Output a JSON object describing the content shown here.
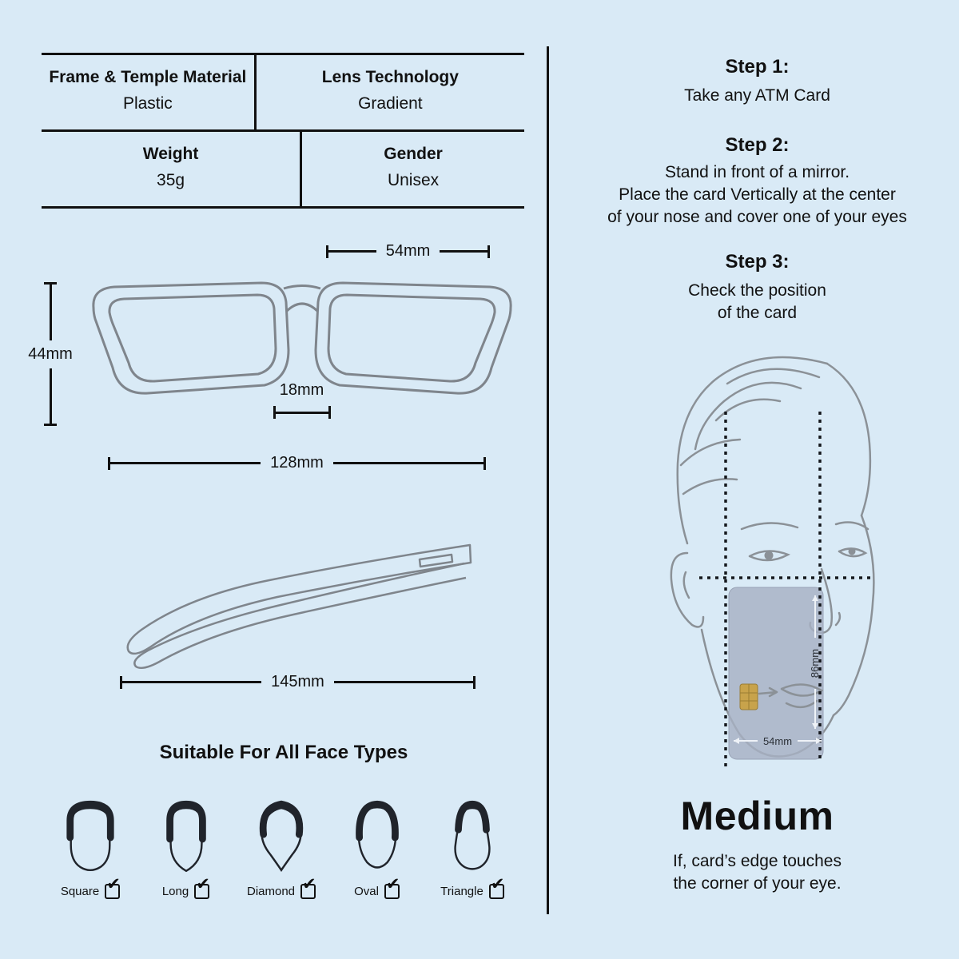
{
  "colors": {
    "background": "#d9eaf6",
    "line": "#111111",
    "sketch_gray": "#8b9197",
    "card_fill": "#a7b1c3",
    "chip_gold": "#c8a34b",
    "hair_black": "#20242b"
  },
  "spec_table": {
    "cells": [
      {
        "label": "Frame & Temple Material",
        "value": "Plastic"
      },
      {
        "label": "Lens Technology",
        "value": "Gradient"
      },
      {
        "label": "Weight",
        "value": "35g"
      },
      {
        "label": "Gender",
        "value": "Unisex"
      }
    ]
  },
  "measurements": {
    "lens_width": "54mm",
    "lens_height": "44mm",
    "bridge_width": "18mm",
    "frame_width": "128mm",
    "temple_length": "145mm"
  },
  "face_types": {
    "title": "Suitable For All Face Types",
    "check_glyph": "✔",
    "items": [
      {
        "label": "Square",
        "checked": true
      },
      {
        "label": "Long",
        "checked": true
      },
      {
        "label": "Diamond",
        "checked": true
      },
      {
        "label": "Oval",
        "checked": true
      },
      {
        "label": "Triangle",
        "checked": true
      }
    ]
  },
  "size_guide": {
    "step1_title": "Step 1:",
    "step1_text": "Take any ATM Card",
    "step2_title": "Step 2:",
    "step2_lines": [
      "Stand in front of a mirror.",
      "Place the card Vertically at the center",
      "of your nose and cover one of your eyes"
    ],
    "step3_title": "Step 3:",
    "step3_lines": [
      "Check the position",
      "of the card"
    ],
    "card_height_label": "86mm",
    "card_width_label": "54mm",
    "result": "Medium",
    "result_lines": [
      "If, card’s edge touches",
      "the corner of your eye."
    ]
  }
}
